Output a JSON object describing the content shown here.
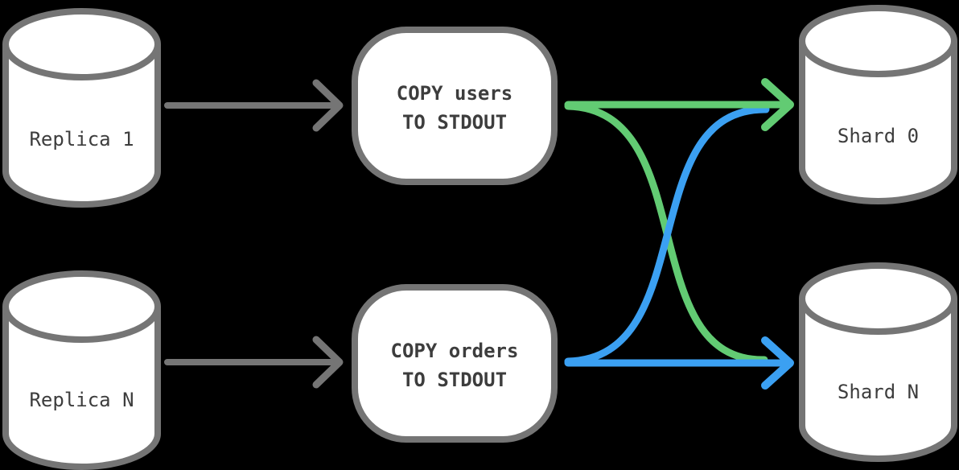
{
  "colors": {
    "background": "#000000",
    "node_fill": "#ffffff",
    "node_stroke": "#757575",
    "arrow_gray": "#757575",
    "arrow_green": "#62cb73",
    "arrow_blue": "#3ba0f2",
    "text": "#3d3d3d"
  },
  "nodes": {
    "replica_1": {
      "type": "database",
      "label": "Replica 1"
    },
    "replica_n": {
      "type": "database",
      "label": "Replica N"
    },
    "copy_users": {
      "type": "process",
      "line1": "COPY users",
      "line2": "TO STDOUT"
    },
    "copy_orders": {
      "type": "process",
      "line1": "COPY orders",
      "line2": "TO STDOUT"
    },
    "shard_0": {
      "type": "database",
      "label": "Shard 0"
    },
    "shard_n": {
      "type": "database",
      "label": "Shard N"
    }
  },
  "edges": [
    {
      "from": "Replica 1",
      "to": "COPY users TO STDOUT",
      "color": "#757575",
      "style": "straight"
    },
    {
      "from": "Replica N",
      "to": "COPY orders TO STDOUT",
      "color": "#757575",
      "style": "straight"
    },
    {
      "from": "COPY users TO STDOUT",
      "to": "Shard 0",
      "color": "#62cb73",
      "style": "straight"
    },
    {
      "from": "COPY users TO STDOUT",
      "to": "Shard N",
      "color": "#62cb73",
      "style": "s-curve"
    },
    {
      "from": "COPY orders TO STDOUT",
      "to": "Shard N",
      "color": "#3ba0f2",
      "style": "straight"
    },
    {
      "from": "COPY orders TO STDOUT",
      "to": "Shard 0",
      "color": "#3ba0f2",
      "style": "s-curve"
    }
  ]
}
